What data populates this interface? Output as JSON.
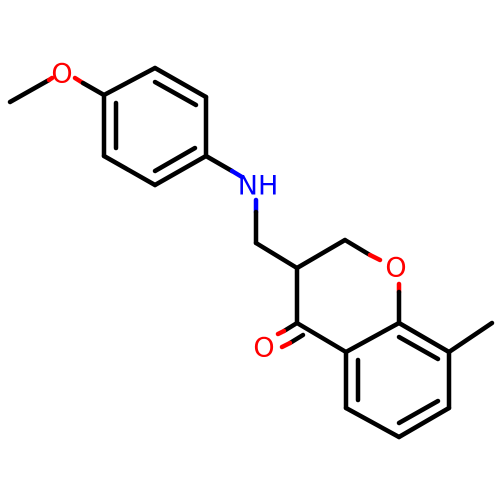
{
  "atoms": {
    "methoxy_oxygen": {
      "label": "O",
      "color": "#ff0000"
    },
    "amine_nitrogen": {
      "label": "NH",
      "color": "#0000ff"
    },
    "ring_oxygen": {
      "label": "O",
      "color": "#ff0000"
    },
    "carbonyl_oxygen": {
      "label": "O",
      "color": "#ff0000"
    }
  },
  "bond_color": "#000000"
}
